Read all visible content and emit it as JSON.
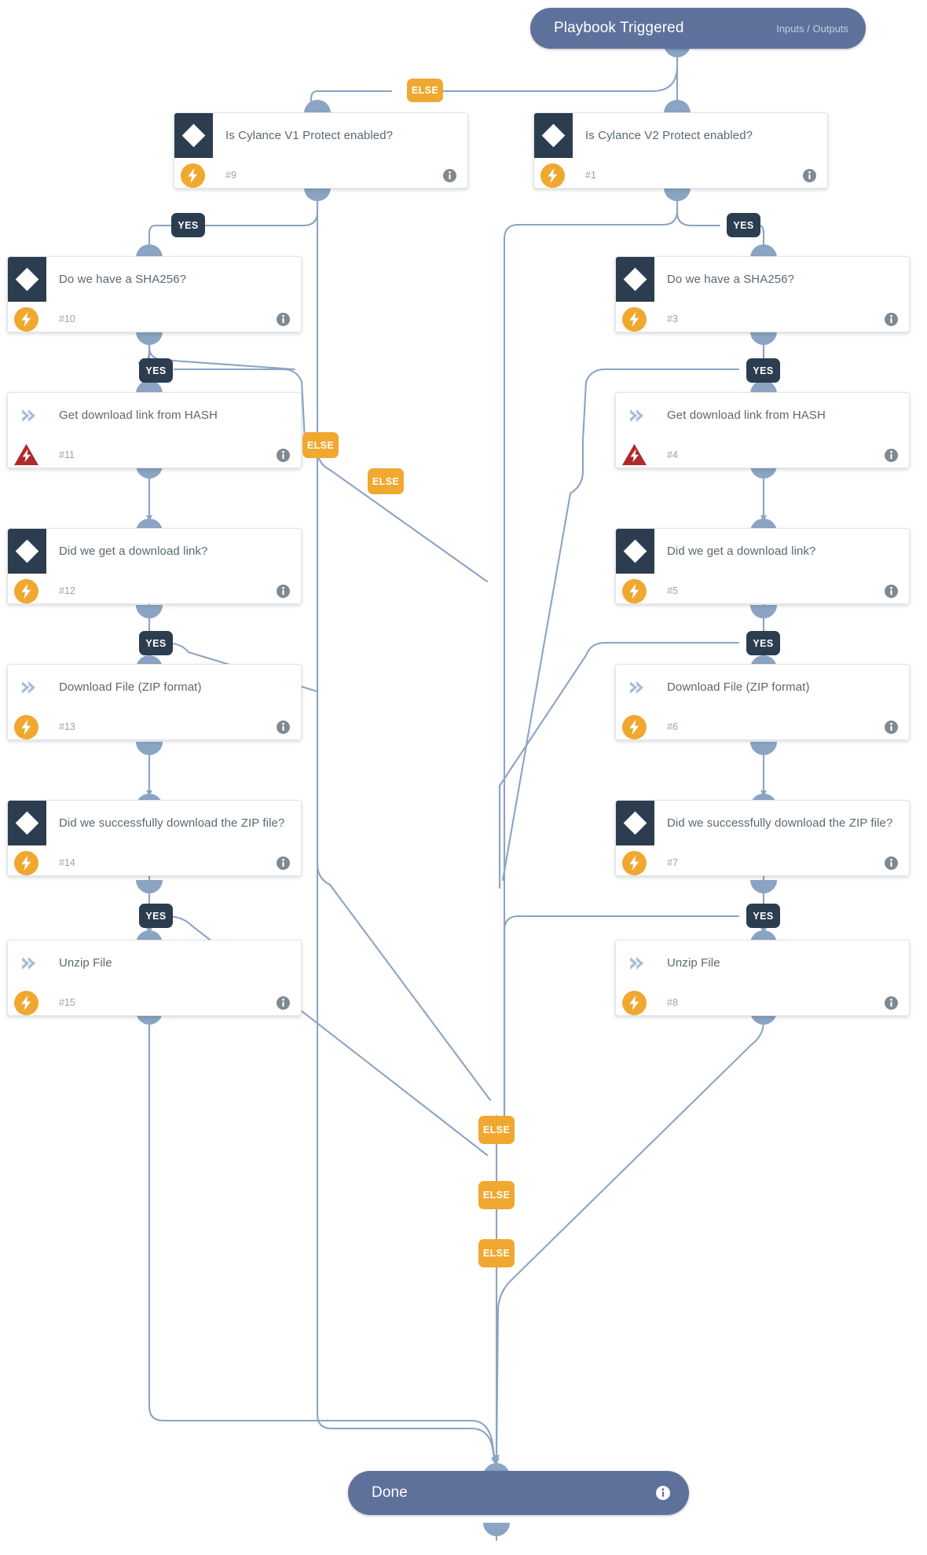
{
  "diagram": {
    "type": "playbook-flow",
    "title_node": {
      "label": "Playbook Triggered",
      "sublabel": "Inputs / Outputs",
      "icon": "none"
    },
    "end_node": {
      "label": "Done",
      "icon": "info-icon"
    },
    "colors": {
      "accent_orange": "#f0a830",
      "node_dark": "#2b3d4f",
      "pill_blue": "#5d719b",
      "edge_blue": "#8ba4c4",
      "warning_red": "#b02a2a",
      "title_text": "#5a6872",
      "number_text": "#9aa3a9"
    },
    "nodes": [
      {
        "id": "n9",
        "number": "#9",
        "title": "Is Cylance V1 Protect enabled?",
        "kind": "decision",
        "head_icon": "diamond-icon",
        "status_icon": "bolt-icon",
        "info_icon": "info-icon"
      },
      {
        "id": "n1",
        "number": "#1",
        "title": "Is Cylance V2 Protect enabled?",
        "kind": "decision",
        "head_icon": "diamond-icon",
        "status_icon": "bolt-icon",
        "info_icon": "info-icon"
      },
      {
        "id": "n10",
        "number": "#10",
        "title": "Do we have a SHA256?",
        "kind": "decision",
        "head_icon": "diamond-icon",
        "status_icon": "bolt-icon",
        "info_icon": "info-icon"
      },
      {
        "id": "n3",
        "number": "#3",
        "title": "Do we have a SHA256?",
        "kind": "decision",
        "head_icon": "diamond-icon",
        "status_icon": "bolt-icon",
        "info_icon": "info-icon"
      },
      {
        "id": "n11",
        "number": "#11",
        "title": "Get download link from HASH",
        "kind": "action",
        "head_icon": "chevron-right-icon",
        "status_icon": "warning-bolt-icon",
        "info_icon": "info-icon"
      },
      {
        "id": "n4",
        "number": "#4",
        "title": "Get download link from HASH",
        "kind": "action",
        "head_icon": "chevron-right-icon",
        "status_icon": "warning-bolt-icon",
        "info_icon": "info-icon"
      },
      {
        "id": "n12",
        "number": "#12",
        "title": "Did we get a download link?",
        "kind": "decision",
        "head_icon": "diamond-icon",
        "status_icon": "bolt-icon",
        "info_icon": "info-icon"
      },
      {
        "id": "n5",
        "number": "#5",
        "title": "Did we get a download link?",
        "kind": "decision",
        "head_icon": "diamond-icon",
        "status_icon": "bolt-icon",
        "info_icon": "info-icon"
      },
      {
        "id": "n13",
        "number": "#13",
        "title": "Download File (ZIP format)",
        "kind": "action",
        "head_icon": "chevron-right-icon",
        "status_icon": "bolt-icon",
        "info_icon": "info-icon"
      },
      {
        "id": "n6",
        "number": "#6",
        "title": "Download File (ZIP format)",
        "kind": "action",
        "head_icon": "chevron-right-icon",
        "status_icon": "bolt-icon",
        "info_icon": "info-icon"
      },
      {
        "id": "n14",
        "number": "#14",
        "title": "Did we successfully download the ZIP file?",
        "kind": "decision",
        "head_icon": "diamond-icon",
        "status_icon": "bolt-icon",
        "info_icon": "info-icon"
      },
      {
        "id": "n7",
        "number": "#7",
        "title": "Did we successfully download the ZIP file?",
        "kind": "decision",
        "head_icon": "diamond-icon",
        "status_icon": "bolt-icon",
        "info_icon": "info-icon"
      },
      {
        "id": "n15",
        "number": "#15",
        "title": "Unzip File",
        "kind": "action",
        "head_icon": "chevron-right-icon",
        "status_icon": "bolt-icon",
        "info_icon": "info-icon"
      },
      {
        "id": "n8",
        "number": "#8",
        "title": "Unzip File",
        "kind": "action",
        "head_icon": "chevron-right-icon",
        "status_icon": "bolt-icon",
        "info_icon": "info-icon"
      }
    ],
    "edge_labels": [
      {
        "id": "e-else-top",
        "text": "ELSE",
        "type": "else"
      },
      {
        "id": "e-yes-l1",
        "text": "YES",
        "type": "yes"
      },
      {
        "id": "e-yes-r1",
        "text": "YES",
        "type": "yes"
      },
      {
        "id": "e-yes-l2",
        "text": "YES",
        "type": "yes"
      },
      {
        "id": "e-yes-r2",
        "text": "YES",
        "type": "yes"
      },
      {
        "id": "e-else-l1",
        "text": "ELSE",
        "type": "else"
      },
      {
        "id": "e-else-l2",
        "text": "ELSE",
        "type": "else"
      },
      {
        "id": "e-yes-l3",
        "text": "YES",
        "type": "yes"
      },
      {
        "id": "e-yes-r3",
        "text": "YES",
        "type": "yes"
      },
      {
        "id": "e-yes-l4",
        "text": "YES",
        "type": "yes"
      },
      {
        "id": "e-yes-r4",
        "text": "YES",
        "type": "yes"
      },
      {
        "id": "e-else-m1",
        "text": "ELSE",
        "type": "else"
      },
      {
        "id": "e-else-m2",
        "text": "ELSE",
        "type": "else"
      },
      {
        "id": "e-else-m3",
        "text": "ELSE",
        "type": "else"
      }
    ]
  }
}
